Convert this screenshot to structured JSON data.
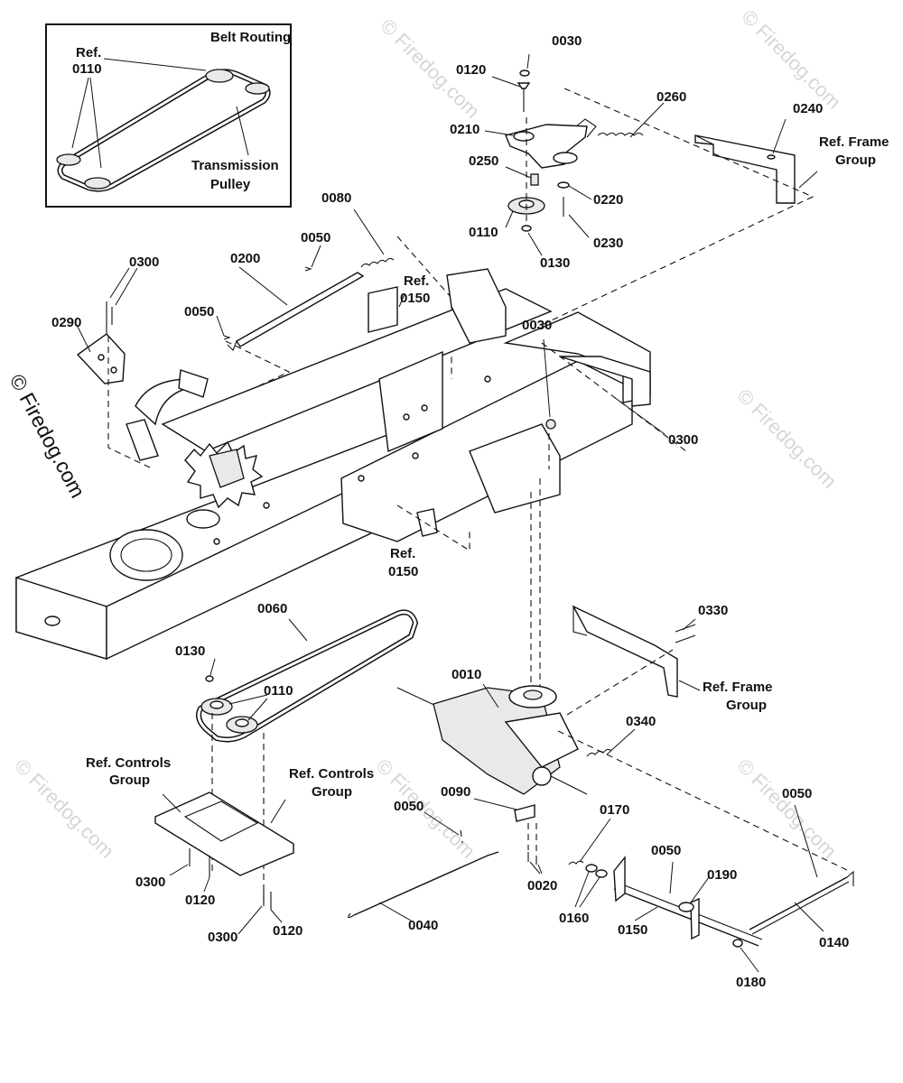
{
  "watermark": {
    "side_text": "© Firedog.com",
    "tile_text": "© Firedog.com"
  },
  "inset": {
    "title": "Belt Routing",
    "ref_label": "Ref.",
    "ref_part": "0110",
    "pulley_label_1": "Transmission",
    "pulley_label_2": "Pulley"
  },
  "callouts": {
    "c0030_top": "0030",
    "c0120_top": "0120",
    "c0210": "0210",
    "c0260": "0260",
    "c0240": "0240",
    "ref_frame_group_top_1": "Ref. Frame",
    "ref_frame_group_top_2": "Group",
    "c0250": "0250",
    "c0220": "0220",
    "c0110_top": "0110",
    "c0230": "0230",
    "c0130_top": "0130",
    "c0080": "0080",
    "c0050_a": "0050",
    "c0200": "0200",
    "ref_0150_a_1": "Ref.",
    "ref_0150_a_2": "0150",
    "c0300_a": "0300",
    "c0050_b": "0050",
    "c0290": "0290",
    "c0030_mid": "0030",
    "c0300_b": "0300",
    "ref_0150_b_1": "Ref.",
    "ref_0150_b_2": "0150",
    "c0060": "0060",
    "c0130_mid": "0130",
    "c0110_mid": "0110",
    "c0330": "0330",
    "c0010": "0010",
    "ref_frame_group_mid_1": "Ref. Frame",
    "ref_frame_group_mid_2": "Group",
    "c0340": "0340",
    "ref_controls_a_1": "Ref. Controls",
    "ref_controls_a_2": "Group",
    "ref_controls_b_1": "Ref. Controls",
    "ref_controls_b_2": "Group",
    "c0050_c": "0050",
    "c0090": "0090",
    "c0170": "0170",
    "c0050_d": "0050",
    "c0300_c": "0300",
    "c0120_a": "0120",
    "c0300_d": "0300",
    "c0120_b": "0120",
    "c0040": "0040",
    "c0020": "0020",
    "c0160": "0160",
    "c0050_e": "0050",
    "c0190": "0190",
    "c0150": "0150",
    "c0140": "0140",
    "c0180": "0180"
  }
}
